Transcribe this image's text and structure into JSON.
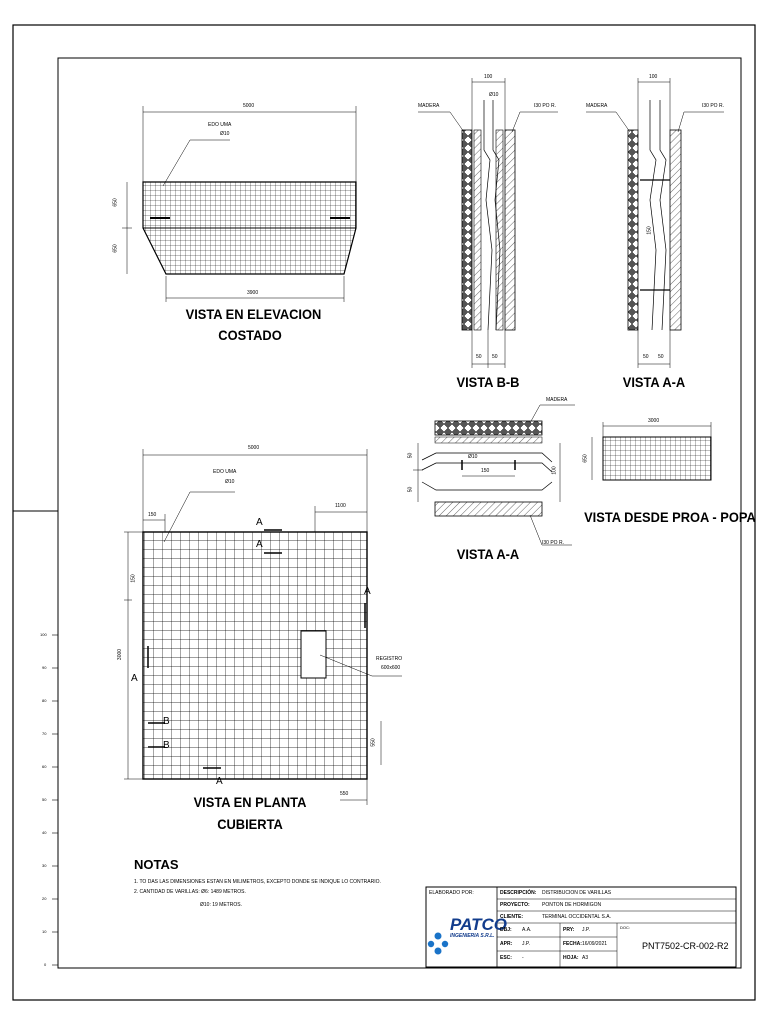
{
  "views": {
    "elevacion": {
      "line1": "VISTA EN ELEVACION",
      "line2": "COSTADO",
      "dim_top": "5000",
      "dim_bottom": "3900",
      "dim_left_top": "650",
      "dim_left_bottom": "650",
      "rod_label": "EDO UMA",
      "rod_dia": "Ø10"
    },
    "bb": {
      "title": "VISTA B-B",
      "dim_top": "100",
      "dim_mid": "Ø10",
      "madera": "MADERA",
      "pr": "I30 PO R.",
      "b1": "50",
      "b2": "50"
    },
    "aa_top": {
      "title": "VISTA A-A",
      "dim_top": "100",
      "madera": "MADERA",
      "pr": "I30 PO R.",
      "vert": "150",
      "b1": "50",
      "b2": "50"
    },
    "aa_low": {
      "title": "VISTA A-A",
      "madera": "MADERA",
      "pr": "I30 PO R.",
      "dim_mid": "150",
      "rod_dia": "Ø10",
      "left1": "50",
      "left2": "50",
      "right": "100"
    },
    "proa": {
      "title": "VISTA DESDE PROA - POPA",
      "dim_top": "3000",
      "dim_left": "650"
    },
    "planta": {
      "line1": "VISTA EN PLANTA",
      "line2": "CUBIERTA",
      "dim_top": "5000",
      "dim_right": "1100",
      "dim_left_small": "150",
      "dim_side_a": "150",
      "dim_side_b": "3000",
      "dim_right_b": "550",
      "dim_bottom_right": "550",
      "rod_label": "EDO UMA",
      "rod_dia": "Ø10",
      "reg1": "REGISTRO",
      "reg2": "600x600",
      "cut_a": "A",
      "cut_b": "B"
    }
  },
  "notes": {
    "heading": "NOTAS",
    "lines": [
      "1. TO DAS LAS DIMENSIONES ESTAN EN MILIMETROS, EXCEPTO DONDE SE INDIQUE LO CONTRARIO.",
      "2. CANTIDAD DE VARILLAS: Ø6: 1489 METROS.",
      "Ø10: 19 METROS."
    ]
  },
  "title_block": {
    "elaborado": "ELABORADO POR:",
    "logo_main": "PATCO",
    "logo_sub": "INGENIERIA S.R.L.",
    "rows": [
      {
        "k": "DESCRIPCIÓN:",
        "v": "DISTRIBUCION DE VARILLAS"
      },
      {
        "k": "PROYECTO:",
        "v": "PONTON DE HORMIGON"
      },
      {
        "k": "CLIENTE:",
        "v": "TERMINAL OCCIDENTAL S.A."
      }
    ],
    "dbj_k": "DBJ:",
    "dbj_v": "A.A.",
    "prv_k": "PRY:",
    "prv_v": "J.P.",
    "apr_k": "APR:",
    "apr_v": "J.P.",
    "fecha_k": "FECHA:",
    "fecha_v": "16/09/2021",
    "esc_k": "ESC:",
    "esc_v": "-",
    "hoja_k": "HOJA:",
    "hoja_v": "A3",
    "doc_k": "DOC:",
    "code": "PNT7502-CR-002-R2"
  },
  "ruler": [
    "100",
    "90",
    "80",
    "70",
    "60",
    "50",
    "40",
    "30",
    "20",
    "10",
    "0"
  ]
}
